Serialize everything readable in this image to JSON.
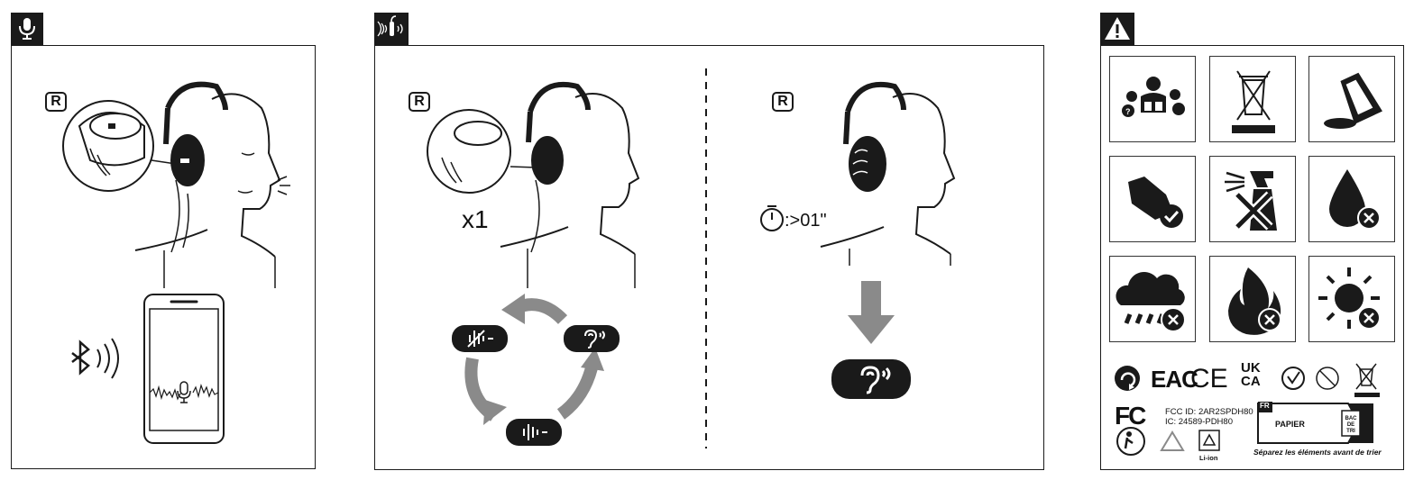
{
  "panel1": {
    "tab_icon": "microphone-icon",
    "badge": "R",
    "icons": [
      "earcup-closeup-icon",
      "head-with-headphones-icon",
      "bluetooth-icon",
      "smartphone-icon",
      "voice-waveform-icon"
    ]
  },
  "panel2": {
    "tab_icon": "headphone-sound-icon",
    "left": {
      "badge": "R",
      "press_count": "x1",
      "modes": [
        "anc-off-icon",
        "anc-on-icon",
        "ambient-hearing-icon"
      ]
    },
    "right": {
      "badge": "R",
      "hold_time": ":>01\"",
      "result_icon": "ambient-hearing-icon"
    }
  },
  "panel3": {
    "tab_icon": "warning-icon",
    "safety_icons": [
      "read-manual-icon",
      "no-household-waste-icon",
      "no-liquid-spill-icon",
      "wipe-clean-icon",
      "no-spray-icon",
      "no-water-icon",
      "no-rain-icon",
      "no-fire-icon",
      "no-sun-icon"
    ],
    "marks": [
      "recycle-icon",
      "EAC",
      "CE",
      "UKCA",
      "ctick-icon",
      "no-dispose-icon",
      "weee-icon"
    ],
    "fcc_mark": "FC",
    "fcc_id": "FCC ID: 2AR2SPDH80",
    "ic_id": "IC: 24589-PDH80",
    "battery_label": "Li-ion",
    "triman_country": "FR",
    "triman_bin": "PAPIER",
    "triman_bin_label": "BAC DE TRI",
    "triman_caption": "Séparez les éléments avant de trier"
  }
}
